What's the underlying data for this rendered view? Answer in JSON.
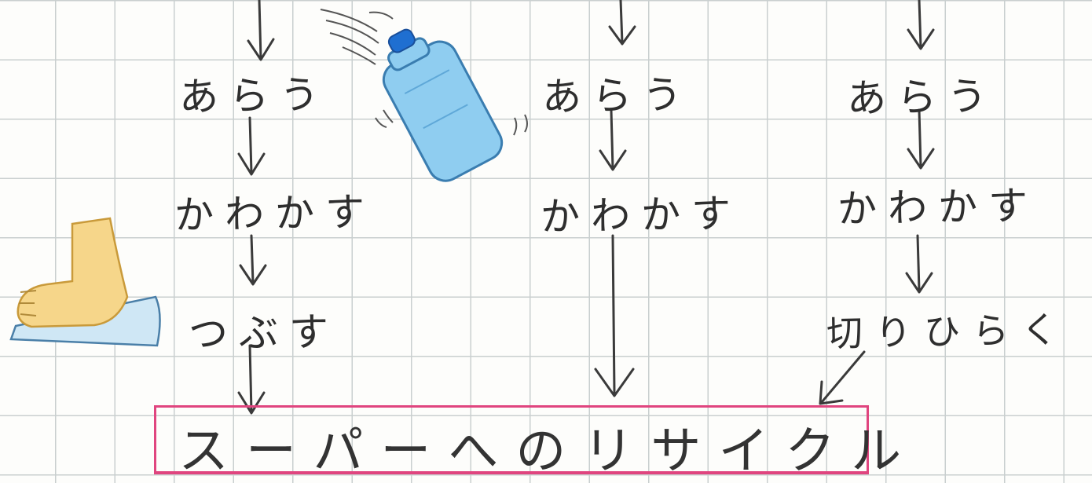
{
  "columns": [
    {
      "row1": "あらう",
      "row2": "かわかす",
      "row3": "つぶす"
    },
    {
      "row1": "あらう",
      "row2": "かわかす"
    },
    {
      "row1": "あらう",
      "row2": "かわかす",
      "row3": "切りひらく"
    }
  ],
  "banner": {
    "text": "スーパーへのリサイクル"
  },
  "colors": {
    "grid": "#c9cfcf",
    "banner_border": "#e0457f",
    "bottle": "#7fc3ea",
    "cap": "#1f6fd1",
    "foot": "#f3c46a"
  }
}
